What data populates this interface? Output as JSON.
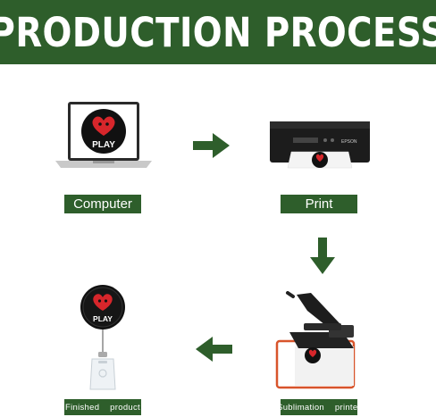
{
  "title": "PRODUCTION PROCESS",
  "colors": {
    "green": "#2e5e2b",
    "heart": "#d7262b",
    "dark": "#111111"
  },
  "logo_text": "PLAY",
  "printer_brand": "EPSON",
  "steps": [
    {
      "label": "Computer",
      "icon": "laptop-icon"
    },
    {
      "label": "Print",
      "icon": "printer-icon"
    },
    {
      "label": "Sublimation  printer",
      "icon": "heat-press-icon"
    },
    {
      "label": "Finished  product",
      "icon": "badge-reel-icon"
    }
  ],
  "arrows": [
    "arrow-right",
    "arrow-down",
    "arrow-left"
  ]
}
